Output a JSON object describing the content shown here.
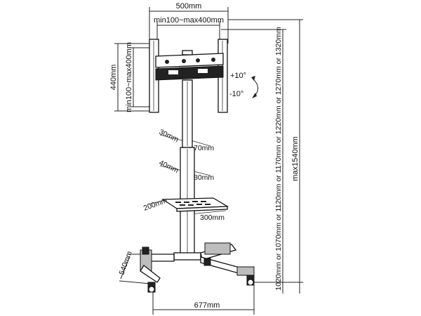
{
  "dimensions": {
    "bracket_width": "500mm",
    "vesa_horizontal": "min100~max400mm",
    "bracket_height": "440mm",
    "vesa_vertical": "min100~max400mm",
    "tilt_up": "+10°",
    "tilt_down": "-10°",
    "column_offset_1": "30mm",
    "column_depth_1": "70mm",
    "column_offset_2": "40mm",
    "column_depth_2": "80mm",
    "shelf_depth": "200mm",
    "shelf_width": "300mm",
    "base_depth": "540mm",
    "base_width": "677mm",
    "height_options": "1020mm or 1070mm or 1120mm or 1170mm or 1220mm or 1270mm or 1320mm",
    "max_height": "max1540mm"
  }
}
